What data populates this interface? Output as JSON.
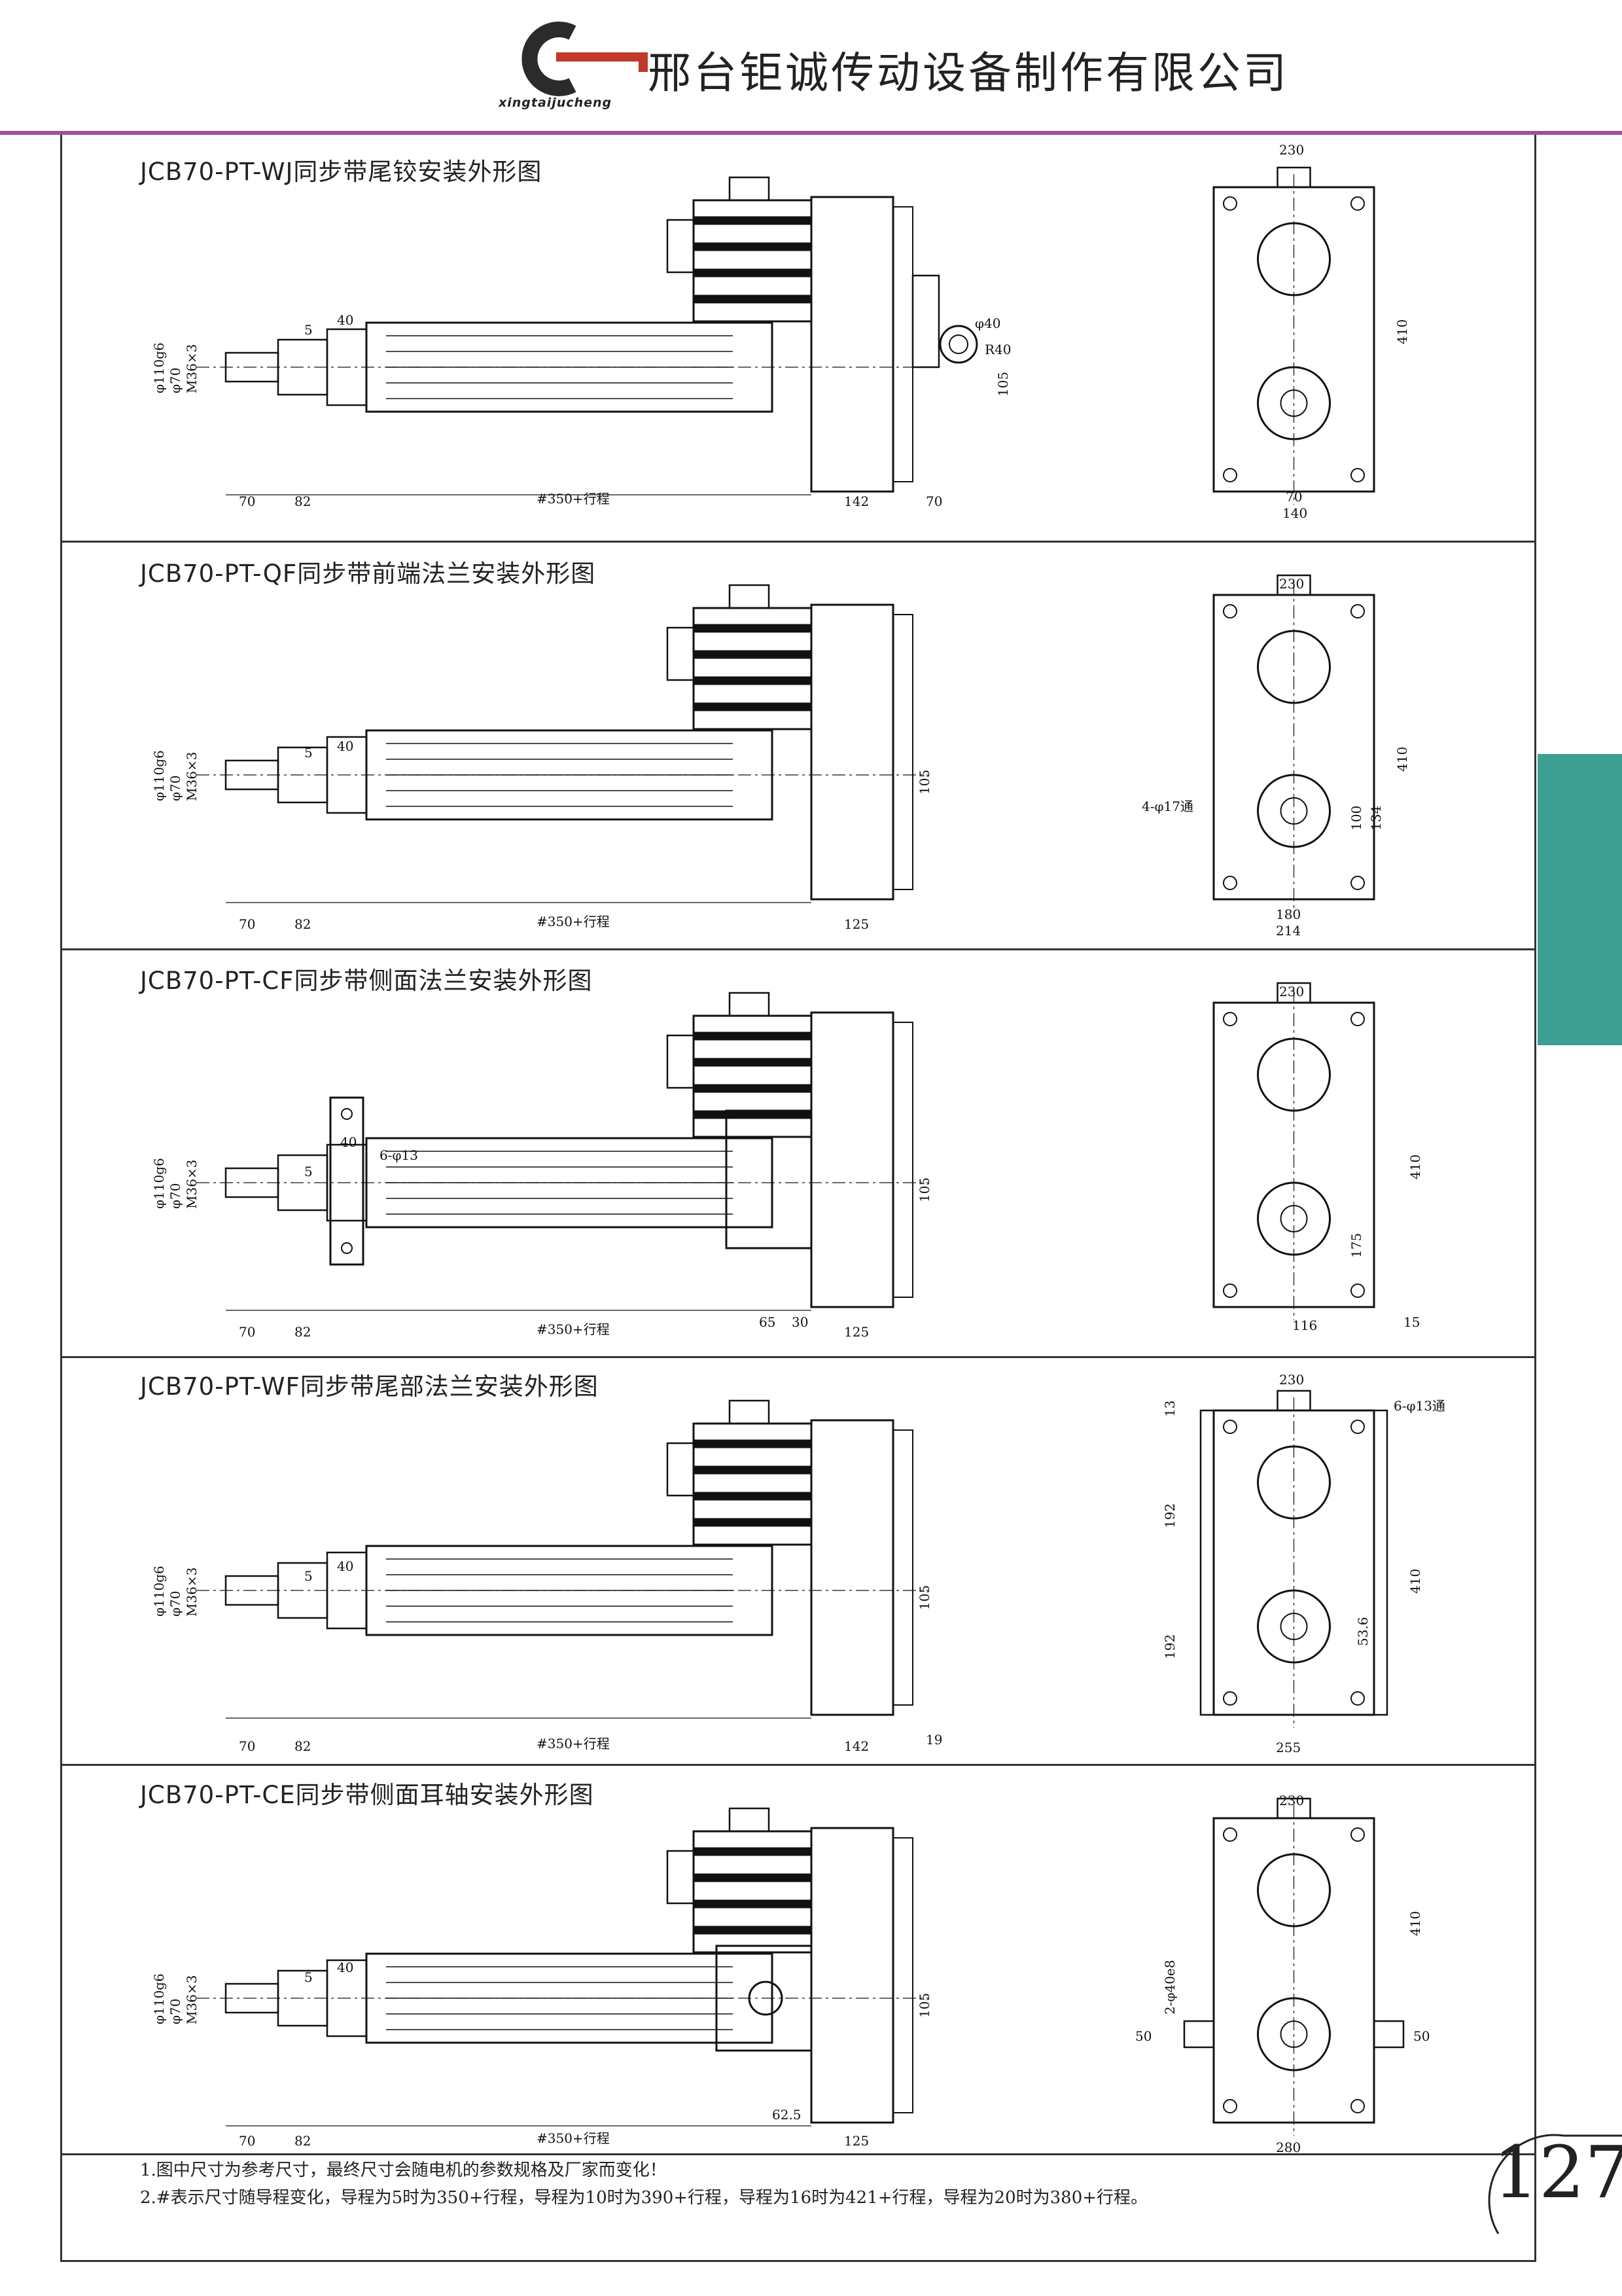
{
  "header": {
    "company_name": "邢台钜诚传动设备制作有限公司",
    "logo_text": "xingtaijucheng"
  },
  "panels": [
    {
      "title": "JCB70-PT-WJ同步带尾铰安装外形图",
      "side_dims": [
        "5",
        "40",
        "φ110g6",
        "φ70",
        "M36×3",
        "70",
        "82",
        "#350+行程",
        "142",
        "70",
        "φ40",
        "R40",
        "105"
      ],
      "end_dims": [
        "230",
        "410",
        "70",
        "140"
      ]
    },
    {
      "title": "JCB70-PT-QF同步带前端法兰安装外形图",
      "side_dims": [
        "5",
        "40",
        "φ110g6",
        "φ70",
        "M36×3",
        "70",
        "82",
        "#350+行程",
        "125",
        "105"
      ],
      "end_dims": [
        "230",
        "410",
        "4-φ17通",
        "100",
        "134",
        "180",
        "214"
      ]
    },
    {
      "title": "JCB70-PT-CF同步带侧面法兰安装外形图",
      "side_dims": [
        "40",
        "5",
        "6-φ13",
        "φ110g6",
        "φ70",
        "M36×3",
        "70",
        "82",
        "#350+行程",
        "65",
        "30",
        "125",
        "105"
      ],
      "end_dims": [
        "230",
        "410",
        "175",
        "116",
        "15"
      ]
    },
    {
      "title": "JCB70-PT-WF同步带尾部法兰安装外形图",
      "side_dims": [
        "5",
        "40",
        "φ110g6",
        "φ70",
        "M36×3",
        "70",
        "82",
        "#350+行程",
        "142",
        "19",
        "105"
      ],
      "end_dims": [
        "230",
        "13",
        "6-φ13通",
        "192",
        "192",
        "410",
        "53.6",
        "255"
      ]
    },
    {
      "title": "JCB70-PT-CE同步带侧面耳轴安装外形图",
      "side_dims": [
        "5",
        "40",
        "φ110g6",
        "φ70",
        "M36×3",
        "70",
        "82",
        "#350+行程",
        "62.5",
        "125",
        "105"
      ],
      "end_dims": [
        "230",
        "2-φ40e8",
        "410",
        "50",
        "50",
        "280"
      ]
    }
  ],
  "notes": [
    "1.图中尺寸为参考尺寸，最终尺寸会随电机的参数规格及厂家而变化！",
    "2.#表示尺寸随导程变化，导程为5时为350+行程，导程为10时为390+行程，导程为16时为421+行程，导程为20时为380+行程。"
  ],
  "page_number": "127",
  "colors": {
    "accent_purple": "#a14c9e",
    "tab_teal": "#3d9f92",
    "logo_red": "#c0392b"
  }
}
